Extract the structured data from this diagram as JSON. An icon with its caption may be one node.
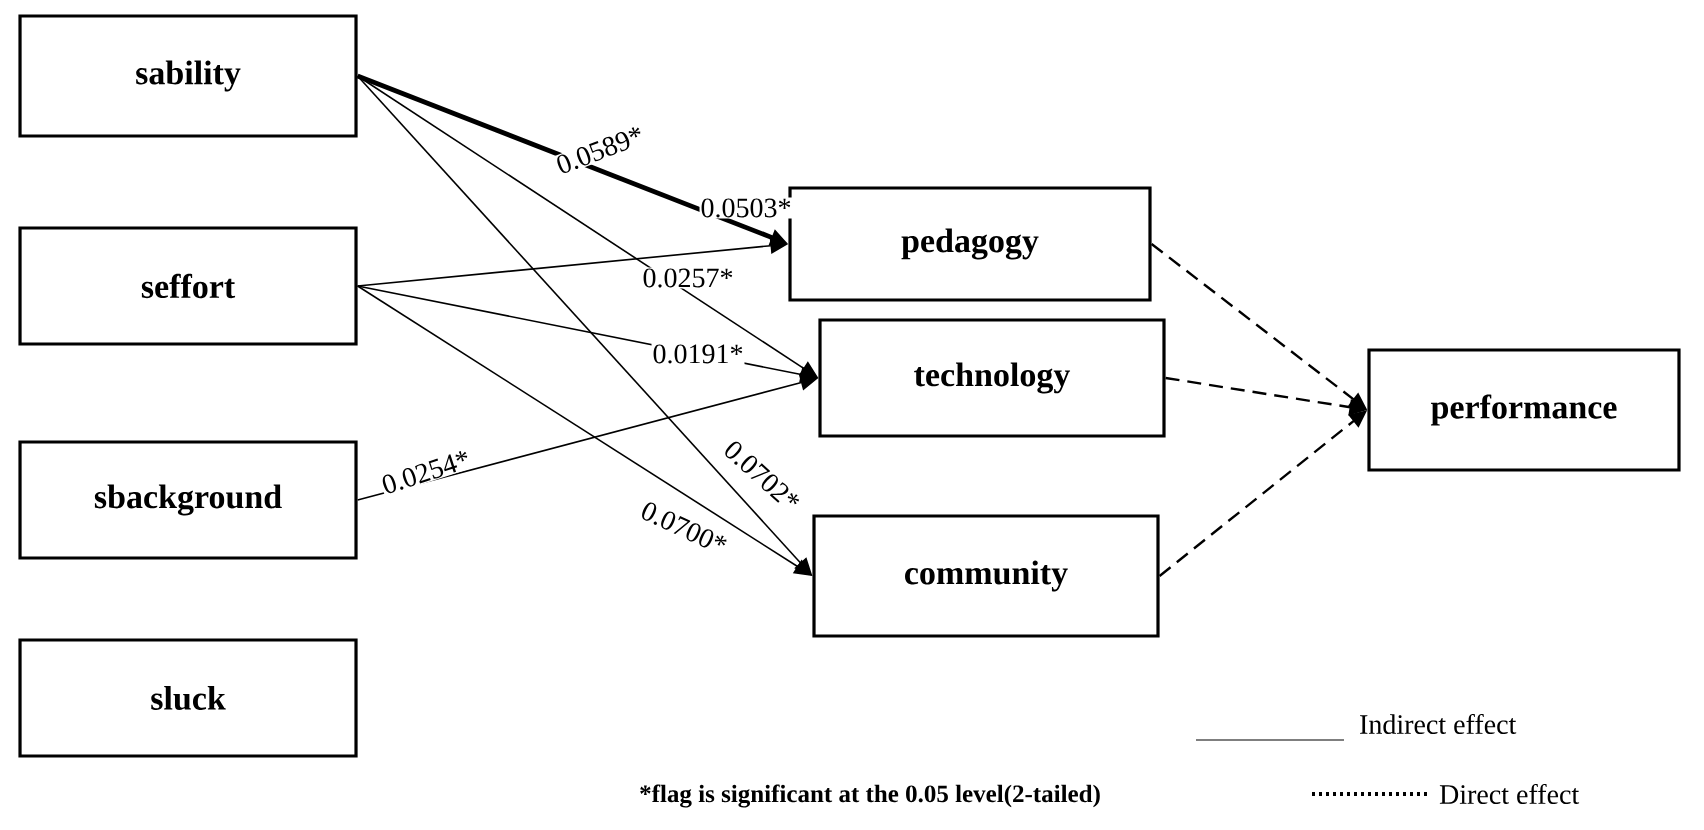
{
  "diagram": {
    "nodes": [
      {
        "text": [
          "sability"
        ]
      },
      {
        "text": [
          "seffort"
        ]
      },
      {
        "text": [
          "sbackground"
        ]
      },
      {
        "text": [
          "sluck"
        ]
      },
      {
        "text": [
          "pedagogy"
        ]
      },
      {
        "text": [
          "technology"
        ]
      },
      {
        "text": [
          "community"
        ]
      },
      {
        "text": [
          "performance"
        ]
      }
    ],
    "edges": [
      {
        "from": 0,
        "to": 4,
        "arrow": "to",
        "label": "0.0589*",
        "style": "thick"
      },
      {
        "from": 1,
        "to": 4,
        "arrow": "to",
        "label": "0.0503*"
      },
      {
        "from": 0,
        "to": 5,
        "arrow": "to",
        "label": "0.0257*"
      },
      {
        "from": 1,
        "to": 5,
        "arrow": "to",
        "label": "0.0191*"
      },
      {
        "from": 2,
        "to": 5,
        "arrow": "to",
        "label": "0.0254*"
      },
      {
        "from": 0,
        "to": 6,
        "arrow": "to",
        "label": "0.0702*"
      },
      {
        "from": 1,
        "to": 6,
        "arrow": "to",
        "label": "0.0700*"
      },
      {
        "from": 4,
        "to": 7,
        "arrow": "to",
        "style": "dashed"
      },
      {
        "from": 5,
        "to": 7,
        "arrow": "to",
        "style": "dashed"
      },
      {
        "from": 6,
        "to": 7,
        "arrow": "to",
        "style": "dashed"
      }
    ],
    "labels": [
      "*flag is significant at the 0.05 level(2-tailed)"
    ],
    "legend": [
      {
        "text": "Indirect effect"
      },
      {
        "text": "Direct effect"
      }
    ]
  }
}
